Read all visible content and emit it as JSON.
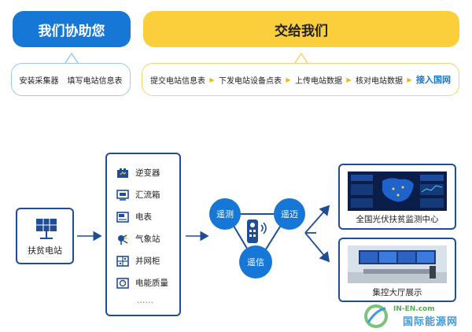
{
  "header": {
    "we_help": "我们协助您",
    "hand_over": "交给我们"
  },
  "help_steps": [
    "安装采集器",
    "填写电站信息表"
  ],
  "handover_steps": [
    "提交电站信息表",
    "下发电站设备点表",
    "上传电站数据",
    "核对电站数据",
    "接入国网"
  ],
  "plant": {
    "label": "扶贫电站"
  },
  "devices": [
    {
      "label": "逆变器",
      "icon": "inverter-icon"
    },
    {
      "label": "汇流箱",
      "icon": "combiner-box-icon"
    },
    {
      "label": "电表",
      "icon": "meter-icon"
    },
    {
      "label": "气象站",
      "icon": "weather-station-icon"
    },
    {
      "label": "并网柜",
      "icon": "grid-cabinet-icon"
    },
    {
      "label": "电能质量",
      "icon": "power-quality-icon"
    }
  ],
  "devices_more": "……",
  "telemetry": {
    "measure": "遥测",
    "signal": "遥信",
    "transfer": "遥迈"
  },
  "outputs": {
    "monitoring_center": "全国光伏扶贫监测中心",
    "control_hall": "集控大厅展示"
  },
  "watermark": {
    "en": "IN-EN.com",
    "cn": "国际能源网"
  },
  "colors": {
    "blue": "#1677d6",
    "yellow": "#fbcf3b",
    "navy": "#1f4e96"
  }
}
